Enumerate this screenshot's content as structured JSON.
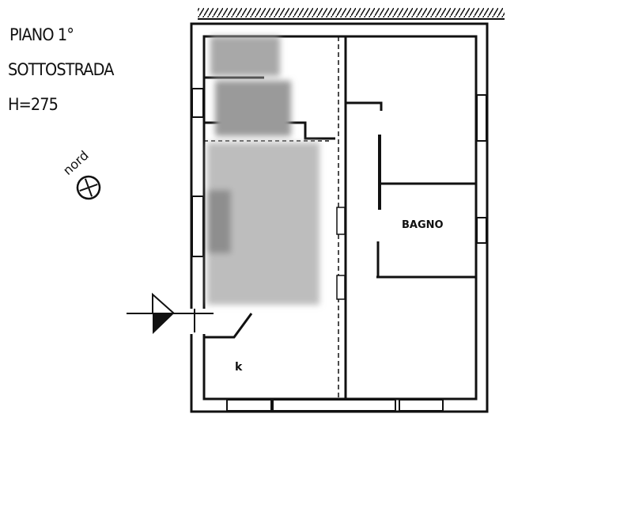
{
  "title": {
    "floor": "PIANO 1°",
    "level": "SOTTOSTRADA",
    "height": "H=275"
  },
  "compass": {
    "label": "nord"
  },
  "rooms": {
    "bathroom": "BAGNO",
    "kitchen": "k"
  },
  "colors": {
    "line": "#111111",
    "blur": "#9a9a9a"
  }
}
